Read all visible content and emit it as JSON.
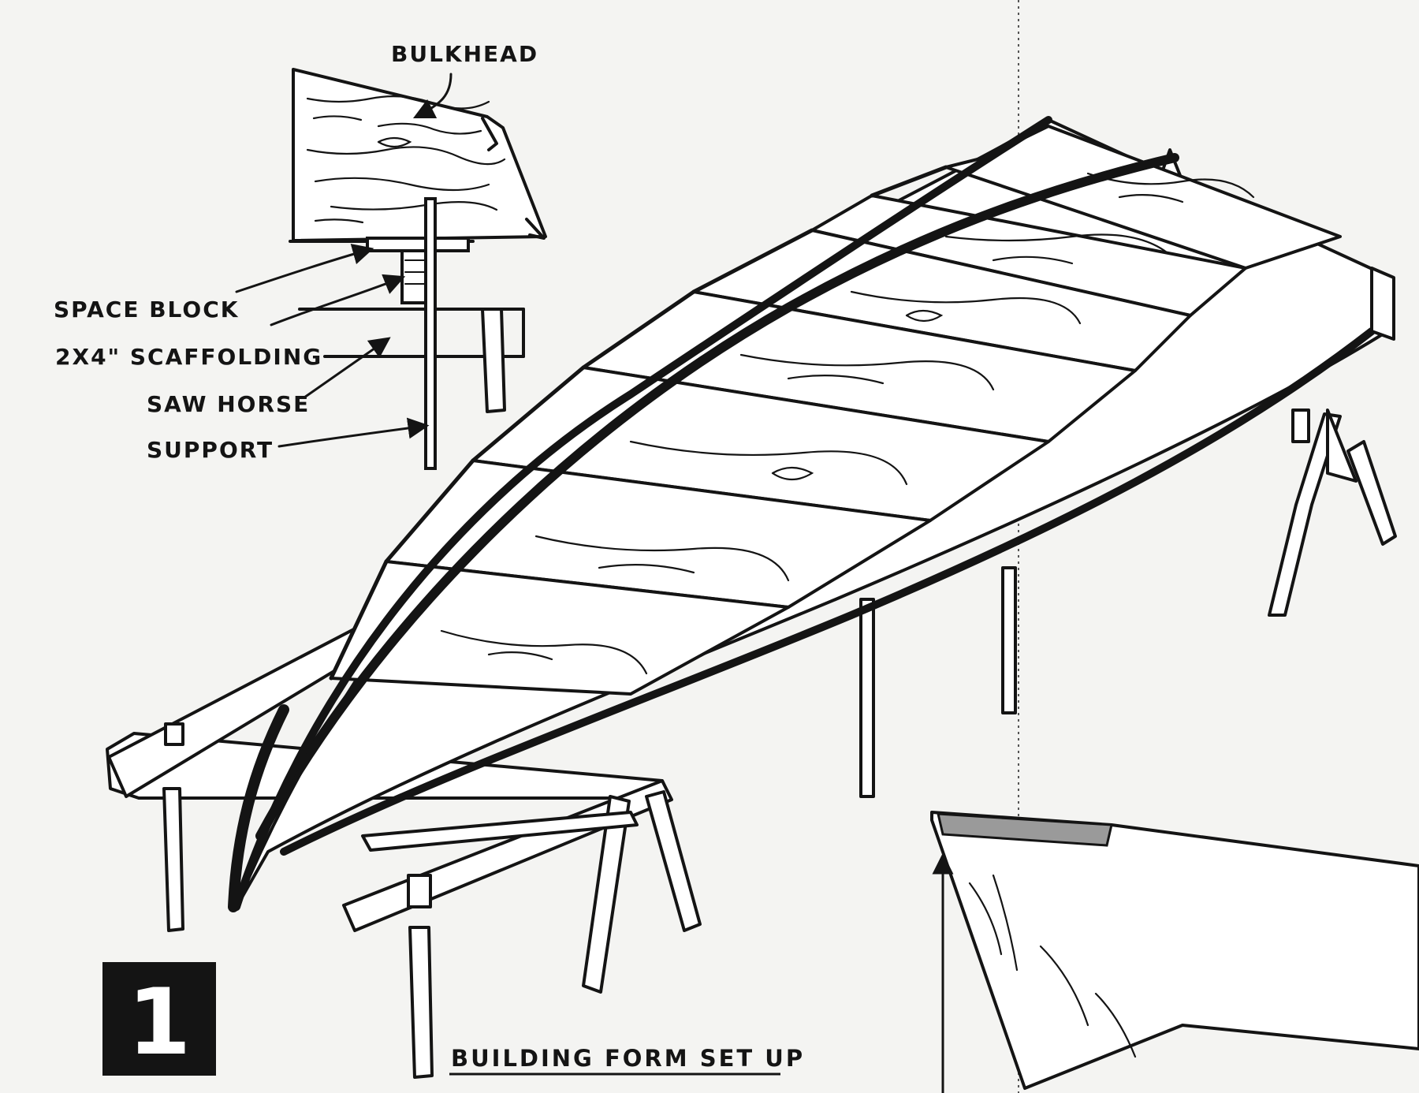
{
  "figure": {
    "number": "1",
    "caption": "BUILDING FORM SET UP"
  },
  "callouts": {
    "bulkhead": "BULKHEAD",
    "space_block": "SPACE BLOCK",
    "scaffolding": "2X4\" SCAFFOLDING",
    "saw_horse": "SAW HORSE",
    "support": "SUPPORT"
  },
  "colors": {
    "ink": "#141414",
    "paper": "#f4f4f2",
    "badge": "#141414"
  }
}
